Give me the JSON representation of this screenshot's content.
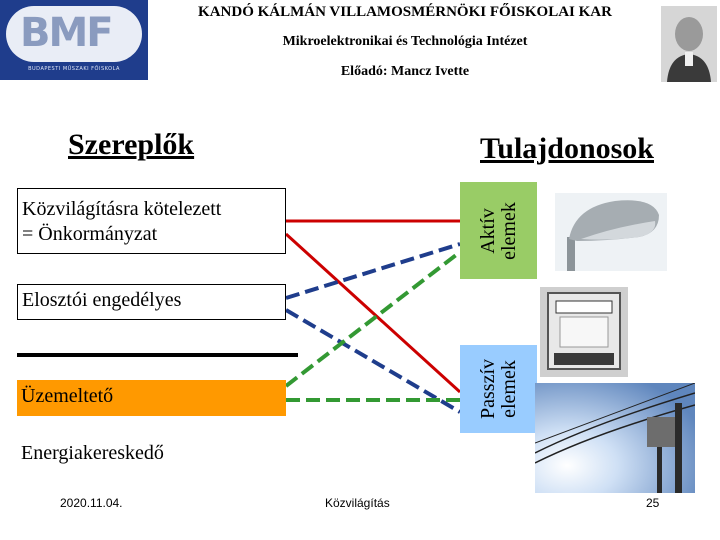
{
  "header": {
    "institution": "KANDÓ KÁLMÁN VILLAMOSMÉRNÖKI FŐISKOLAI KAR",
    "institute": "Mikroelektronikai és Technológia Intézet",
    "presenter": "Előadó: Mancz Ivette",
    "logo": {
      "letters": "BMF",
      "caption": "BUDAPESTI MŰSZAKI FŐISKOLA"
    }
  },
  "titles": {
    "left": "Szereplők",
    "right": "Tulajdonosok"
  },
  "roles": {
    "onkormanyzat": [
      "Közvilágításra kötelezett",
      "= Önkormányzat"
    ],
    "elosztoi": "Elosztói engedélyes",
    "uzemelteto": "Üzemeltető",
    "energiakereskedo": "Energiakereskedő"
  },
  "elements": {
    "aktiv": [
      "Aktív",
      "elemek"
    ],
    "passziv": [
      "Passzív",
      "elemek"
    ]
  },
  "colors": {
    "uzemelteto_box": "#ff9900",
    "aktiv_box": "#99cc66",
    "passziv_box": "#99ccff",
    "red_link": "#cc0000",
    "green_link": "#339933",
    "blue_link": "#1f3d8c"
  },
  "footer": {
    "date": "2020.11.04.",
    "topic": "Közvilágítás",
    "page": "25"
  }
}
